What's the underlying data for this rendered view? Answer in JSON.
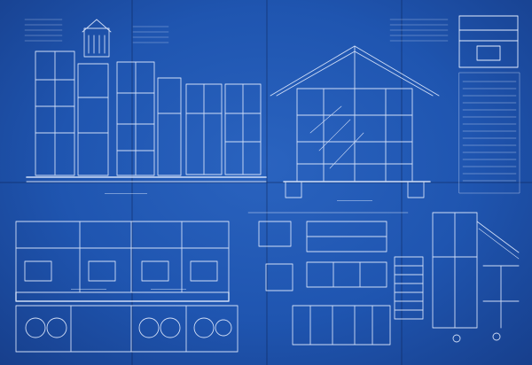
{
  "sheet": {
    "colors": {
      "paper": "#1f55b0",
      "ink": "#dfe9ff",
      "fold": "#163f8a"
    },
    "title_block": {
      "line1": "",
      "line2": ""
    },
    "views": [
      {
        "id": "front-elevation",
        "label": ""
      },
      {
        "id": "section-a",
        "label": ""
      },
      {
        "id": "roof-section",
        "label": ""
      },
      {
        "id": "floor-plan-left",
        "label": ""
      },
      {
        "id": "floor-plan-center",
        "label": ""
      },
      {
        "id": "detail-stair",
        "label": ""
      },
      {
        "id": "ground-plan",
        "label": ""
      }
    ]
  }
}
